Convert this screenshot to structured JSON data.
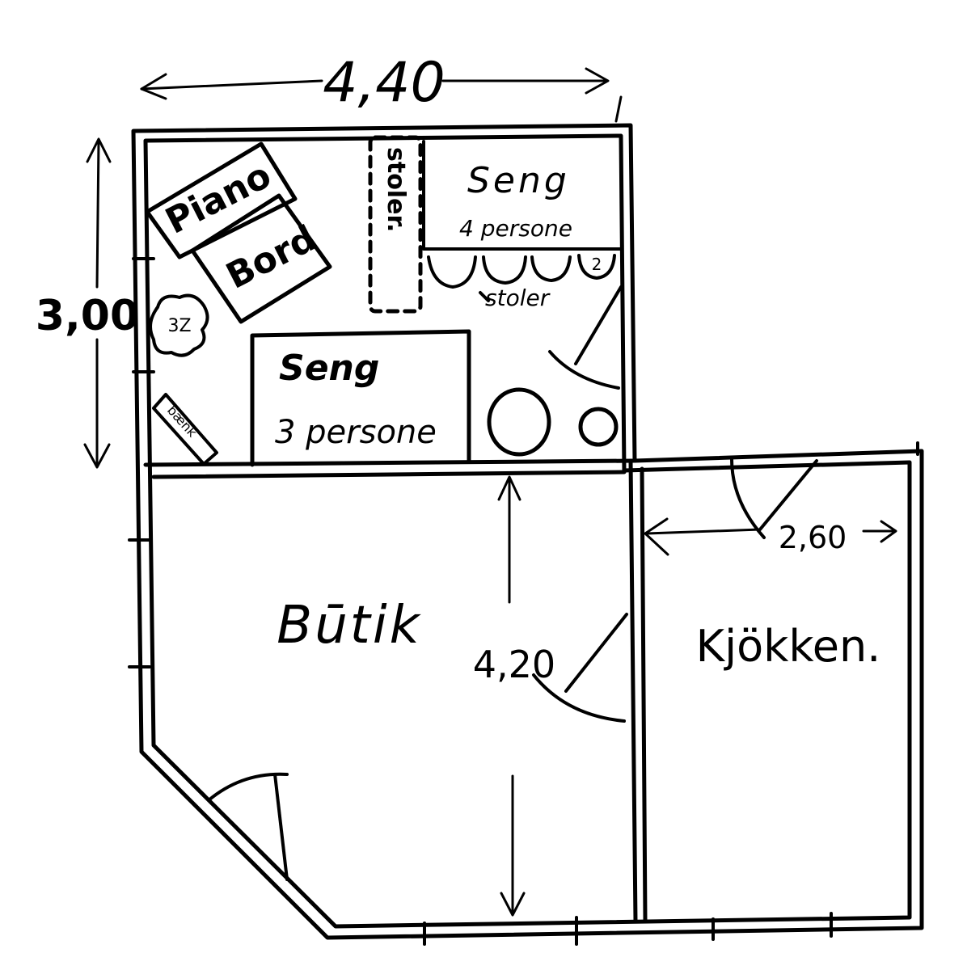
{
  "dimensions": {
    "width": "4,40",
    "depth": "3,00",
    "butik_depth": "4,20",
    "kitchen_width": "2,60"
  },
  "rooms": {
    "shop": "Būtik",
    "kitchen": "Kjökken."
  },
  "furniture": {
    "piano": "Piano",
    "table": "Bord",
    "chairs_stack": "stoler.",
    "bed_upper": "Seng",
    "bed_upper_capacity": "4 persone",
    "chairs_row": "stoler",
    "bed_lower": "Seng",
    "bed_lower_capacity": "3 persone",
    "chair_number": "2",
    "plant_marking": "3Z",
    "bench_marking": "bænk"
  }
}
